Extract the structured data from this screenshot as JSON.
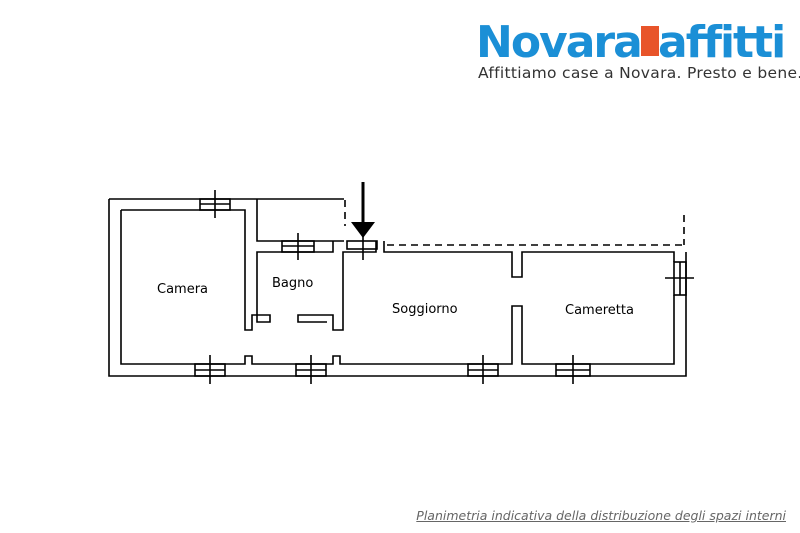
{
  "logo": {
    "left": "Novara",
    "right": "affitti",
    "tagline": "Affittiamo case a Novara. Presto e bene."
  },
  "rooms": [
    "Camera",
    "Bagno",
    "Soggiorno",
    "Cameretta"
  ],
  "caption": "Planimetria indicativa della distribuzione degli spazi interni",
  "colors": {
    "brand": "#1b8fd6",
    "door": "#e8542a"
  }
}
